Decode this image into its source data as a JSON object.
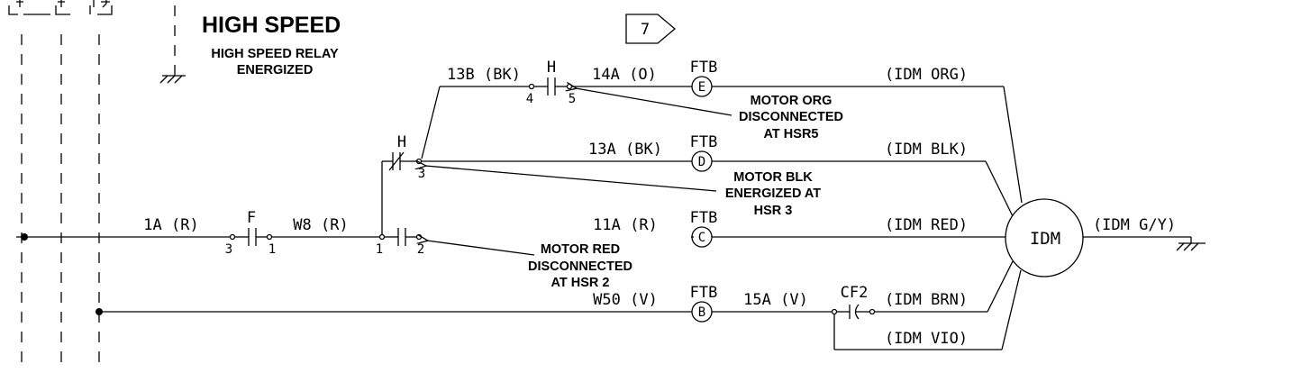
{
  "title": "HIGH SPEED",
  "subtitle": [
    "HIGH SPEED RELAY",
    "ENERGIZED"
  ],
  "sheet_ref": "7",
  "wires": {
    "w13b": "13B (BK)",
    "w14a": "14A (O)",
    "w13a": "13A (BK)",
    "w1a": "1A (R)",
    "w8": "W8 (R)",
    "w11a": "11A (R)",
    "w50": "W50 (V)",
    "w15a": "15A (V)",
    "idm_org": "(IDM ORG)",
    "idm_blk": "(IDM BLK)",
    "idm_red": "(IDM RED)",
    "idm_brn": "(IDM BRN)",
    "idm_vio": "(IDM VIO)",
    "idm_gy": "(IDM G/Y)"
  },
  "devices": {
    "relay_h_top": "H",
    "relay_h_mid": "H",
    "relay_f": "F",
    "cf2": "CF2",
    "ftb_label": "FTB",
    "ftb_e": "E",
    "ftb_d": "D",
    "ftb_c": "C",
    "ftb_b": "B",
    "motor": "IDM"
  },
  "pins": {
    "p4": "4",
    "p5": "5",
    "p3h": "3",
    "p3f": "3",
    "p1f": "1",
    "p1h": "1",
    "p2": "2"
  },
  "annotations": {
    "org": [
      "MOTOR ORG",
      "DISCONNECTED",
      "AT HSR5"
    ],
    "blk": [
      "MOTOR BLK",
      "ENERGIZED AT",
      "HSR 3"
    ],
    "red": [
      "MOTOR RED",
      "DISCONNECTED",
      "AT HSR 2"
    ]
  }
}
